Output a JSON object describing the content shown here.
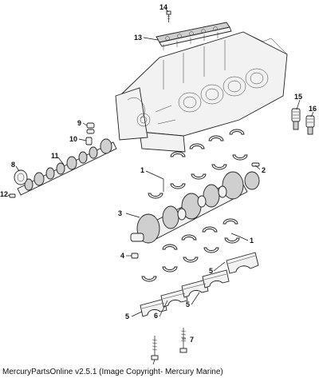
{
  "footer": "MercuryPartsOnline v2.5.1 (Image Copyright- Mercury Marine)",
  "callouts": {
    "c14": "14",
    "c13": "13",
    "c15": "15",
    "c16": "16",
    "c9": "9",
    "c10": "10",
    "c11": "11",
    "c8": "8",
    "c12": "12",
    "c1a": "1",
    "c2": "2",
    "c3": "3",
    "c1b": "1",
    "c4": "4",
    "c5a": "5",
    "c5b": "5",
    "c5c": "5",
    "c6": "6",
    "c7": "7"
  }
}
